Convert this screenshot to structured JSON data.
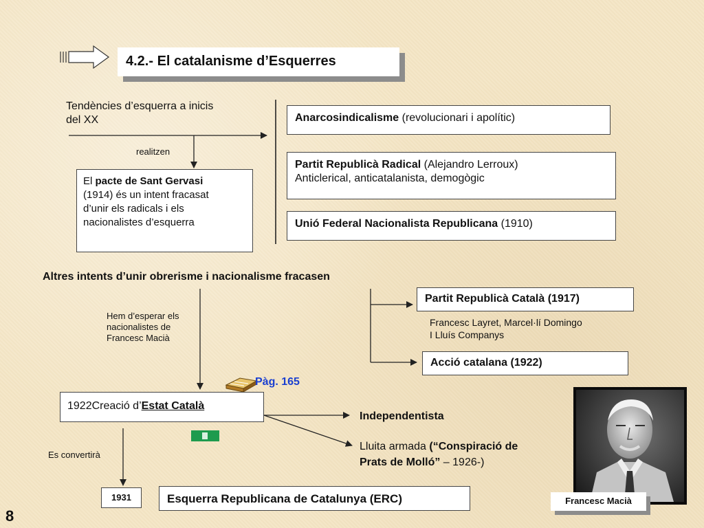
{
  "title": "4.2.- El catalanisme d’Esquerres",
  "tendencies": {
    "line1": "Tendències d’esquerra a inicis",
    "line2": "del XX"
  },
  "realitzen": "realitzen",
  "pacte": {
    "pre": "El ",
    "bold": "pacte de Sant Gervasi",
    "line2": "(1914) és un intent fracasat",
    "line3": "d’unir els radicals i els",
    "line4": "nacionalistes d’esquerra"
  },
  "anarco": {
    "bold": "Anarcosindicalisme",
    "rest": " (revolucionari i apolític)"
  },
  "radical": {
    "bold": "Partit Republicà Radical",
    "rest": " (Alejandro Lerroux)",
    "line2": "Anticlerical, anticatalanista, demogògic"
  },
  "unio": {
    "bold": "Unió Federal Nacionalista Republicana",
    "rest": " (1910)"
  },
  "altres": "Altres intents d’unir obrerisme i nacionalisme fracasen",
  "hem_esperar": {
    "line1": "Hem d’esperar els",
    "line2": "nacionalistes de",
    "line3": "Francesc Macià"
  },
  "partit_catala": "Partit Republicà Català (1917)",
  "layret": {
    "line1": "Francesc Layret, Marcel·lí Domingo",
    "line2": "I Lluís Companys"
  },
  "accio": "Acció catalana (1922)",
  "pag": "Pàg. 165",
  "estat": {
    "pre": "1922Creació d’",
    "bold": "Estat Català"
  },
  "independentista": "Independentista",
  "lluita": {
    "pre": "Lluita armada ",
    "bold1": "(“Conspiració de",
    "bold2": "Prats de Molló”",
    "rest": " – 1926-)"
  },
  "es_convertira": "Es convertirà",
  "year_1931": "1931",
  "erc": "Esquerra Republicana de Catalunya (ERC)",
  "portrait_caption": "Francesc Macià",
  "page_number": "8",
  "colors": {
    "background": "#f4e6c6",
    "shadow": "#8c8c8c",
    "link_green": "#1e9b4e",
    "link_blue": "#1a3fd0"
  }
}
